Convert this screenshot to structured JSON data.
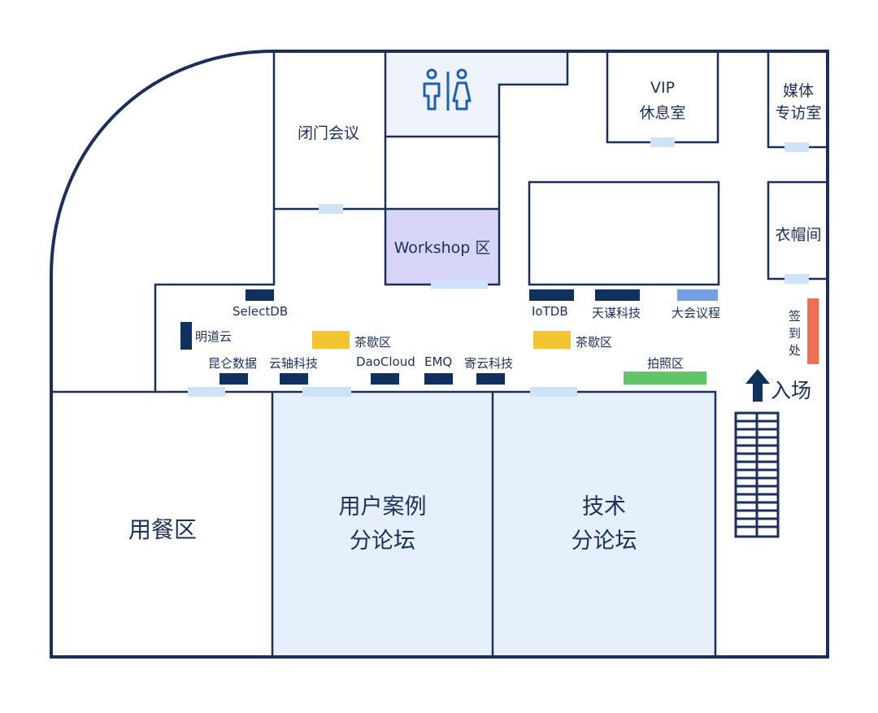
{
  "colors": {
    "wall": "#1c2f5a",
    "forum_fill": "#e6f0fc",
    "restroom_fill": "#eef2fb",
    "workshop_fill": "#d6d5f7",
    "door": "#cfe2f7",
    "sponsor_booth": "#10305e",
    "sponsor_booth_light": "#74a0e1",
    "tea_break": "#f2c42f",
    "photo_zone": "#62c468",
    "checkin": "#ef6f53",
    "label_text": "#1c2f5a"
  },
  "rooms": {
    "closed_meeting": "闭门会议",
    "vip_line1": "VIP",
    "vip_line2": "休息室",
    "media_line1": "媒体",
    "media_line2": "专访室",
    "cloakroom": "衣帽间",
    "workshop": "Workshop 区",
    "dining": "用餐区",
    "user_forum_line1": "用户案例",
    "user_forum_line2": "分论坛",
    "tech_forum_line1": "技术",
    "tech_forum_line2": "分论坛"
  },
  "booths": {
    "selectdb": "SelectDB",
    "mingdaoyun": "明道云",
    "kunlun": "昆仑数据",
    "yunzhou": "云轴科技",
    "daocloud": "DaoCloud",
    "emq": "EMQ",
    "jiyun": "寄云科技",
    "iotdb": "IoTDB",
    "tianmou": "天谋科技",
    "main_forum": "大会议程"
  },
  "zones": {
    "tea_break_1": "茶歇区",
    "tea_break_2": "茶歇区",
    "photo": "拍照区",
    "checkin": [
      "签",
      "到",
      "处"
    ],
    "entrance": "入场"
  },
  "icons": {
    "restroom": "restroom-icon",
    "entrance_arrow": "up-arrow-icon",
    "stairs": "stairs-icon"
  }
}
